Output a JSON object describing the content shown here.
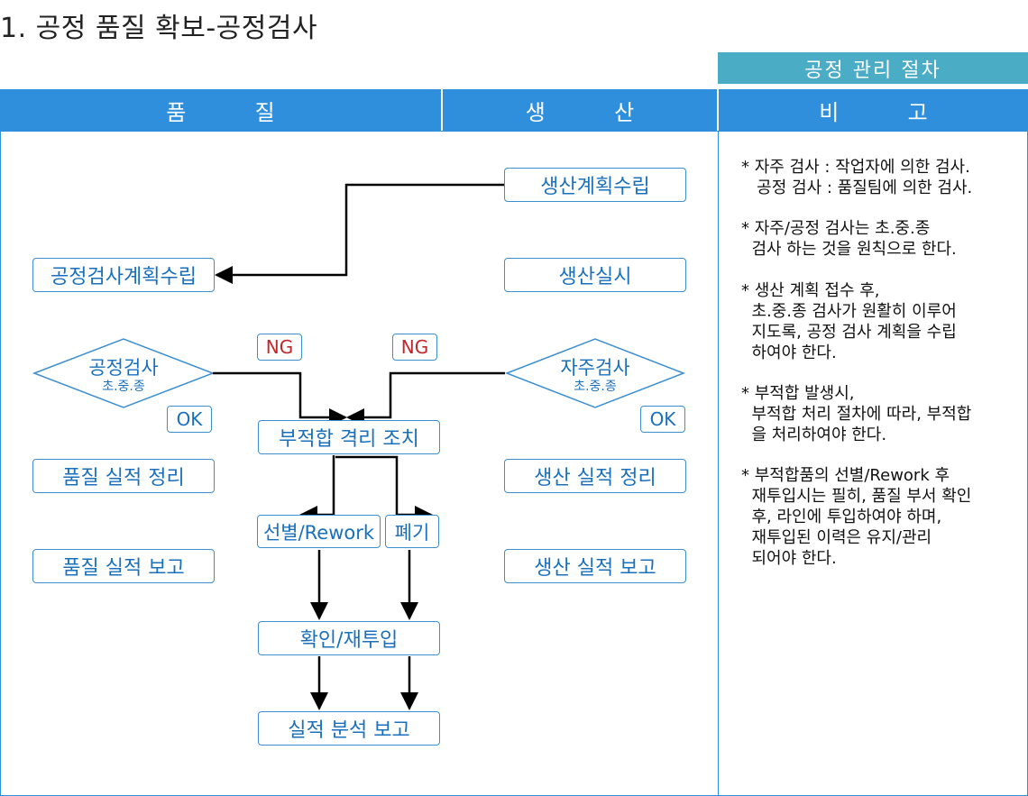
{
  "title": "1. 공정 품질 확보-공정검사",
  "procedure_label": "공정 관리 절차",
  "columns": {
    "quality": "품          질",
    "production": "생          산",
    "remarks": "비          고"
  },
  "nodes": {
    "production_plan": "생산계획수립",
    "inspection_plan": "공정검사계획수립",
    "production_run": "생산실시",
    "process_inspection": "공정검사",
    "process_inspection_sub": "초.중.종",
    "self_inspection": "자주검사",
    "self_inspection_sub": "초.중.종",
    "nonconforming_isolation": "부적합 격리 조치",
    "quality_record": "품질 실적 정리",
    "production_record": "생산 실적 정리",
    "sort_rework": "선별/Rework",
    "scrap": "폐기",
    "quality_report": "품질 실적 보고",
    "production_report": "생산 실적 보고",
    "confirm_reinput": "확인/재투입",
    "result_analysis": "실적 분석 보고"
  },
  "tags": {
    "ng_left": "NG",
    "ng_right": "NG",
    "ok_left": "OK",
    "ok_right": "OK"
  },
  "remarks": [
    [
      "* 자주 검사 : 작업자에 의한 검사.",
      "   공정 검사 : 품질팀에 의한 검사."
    ],
    [
      "* 자주/공정 검사는 초.중.종",
      "  검사 하는 것을 원칙으로 한다."
    ],
    [
      "* 생산 계획 접수 후,",
      "  초.중.종 검사가 원활히 이루어",
      "  지도록, 공정 검사 계획을 수립",
      "  하여야 한다."
    ],
    [
      "* 부적합 발생시,",
      "  부적합 처리 절차에 따라, 부적합",
      "  을 처리하여야 한다."
    ],
    [
      "* 부적합품의 선별/Rework 후",
      "  재투입시는 필히, 품질 부서 확인",
      "  후, 라인에 투입하여야 하며,",
      "  재투입된 이력은 유지/관리",
      "  되어야 한다."
    ]
  ]
}
